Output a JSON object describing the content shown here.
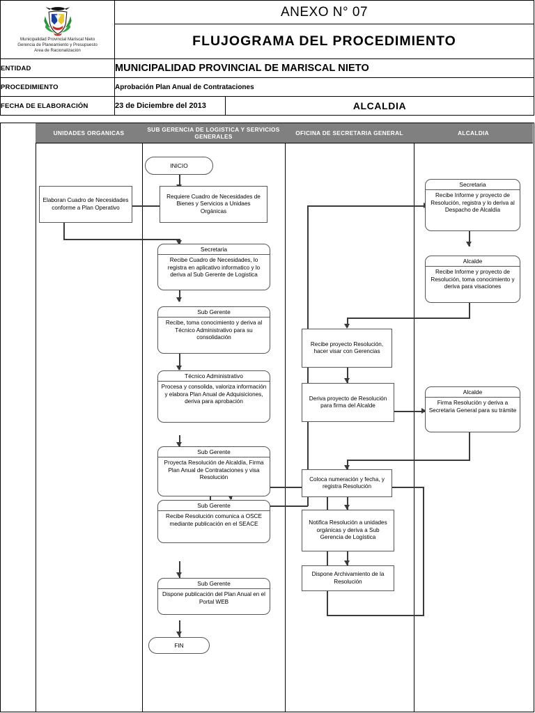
{
  "header": {
    "org_lines": [
      "Municipalidad Provincial Mariscal Nieto",
      "Gerencia de Planeamiento y Presupuesto",
      "Area de Racionalización"
    ],
    "anexo": "ANEXO N° 07",
    "title": "FLUJOGRAMA  DEL  PROCEDIMIENTO",
    "entidad_label": "ENTIDAD",
    "entidad_value": "MUNICIPALIDAD PROVINCIAL DE MARISCAL NIETO",
    "procedimiento_label": "PROCEDIMIENTO",
    "procedimiento_value": "Aprobación Plan Anual de Contrataciones",
    "fecha_label": "FECHA DE ELABORACIÓN",
    "fecha_value": "23 de Diciembre del 2013",
    "area_value": "ALCALDIA"
  },
  "lanes": [
    {
      "label": "UNIDADES ORGANICAS"
    },
    {
      "label": "SUB GERENCIA DE LOGISTICA Y SERVICIOS GENERALES"
    },
    {
      "label": "OFICINA DE SECRETARIA GENERAL"
    },
    {
      "label": "ALCALDIA"
    }
  ],
  "nodes": {
    "inicio": "INICIO",
    "fin": "FIN",
    "n_elaboran": "Elaboran Cuadro de Necesidades conforme a Plan Operativo",
    "n_requiere": "Requiere Cuadro de Necesidades de Bienes y Servicios a Unidaes Orgánicas",
    "n_sec_log_t": "Secretaria",
    "n_sec_log_b": "Recibe Cuadro de Necesidades, lo registra en aplicativo informatico y lo deriva al Sub Gerente de Logistica",
    "n_sg1_t": "Sub Gerente",
    "n_sg1_b": "Recibe, toma conocimiento y deriva al Técnico Administrativo para su consolidación",
    "n_tec_t": "Técnico Administrativo",
    "n_tec_b": "Procesa y consolida, valoriza información y elabora Plan Anual de Adquisiciones, deriva para aprobación",
    "n_sg2_t": "Sub Gerente",
    "n_sg2_b": "Proyecta Resolución de Alcaldía, Firma Plan Anual de Contrataciones y visa Resolución",
    "n_sg3_t": "Sub Gerente",
    "n_sg3_b": "Recibe Resolución comunica a OSCE mediante publicación en el SEACE",
    "n_sg4_t": "Sub Gerente",
    "n_sg4_b": "Dispone publicación del Plan Anual en el Portal WEB",
    "n_recibe_proy": "Recibe proyecto Resolución, hacer visar con Gerencias",
    "n_deriva_proy": "Deriva proyecto de Resolución para firma del Alcalde",
    "n_coloca": "Coloca numeración y fecha, y registra Resolución",
    "n_notifica": "Notifica Resolución a unidades orgánicas y deriva a Sub Gerencia de Logística",
    "n_archiva": "Dispone Archivamiento de la Resolución",
    "n_sec_alc_t": "Secretaria",
    "n_sec_alc_b": "Recibe Informe y proyecto de Resolución, registra y lo deriva al Despacho de Alcaldía",
    "n_alc1_t": "Alcalde",
    "n_alc1_b": "Recibe Informe y proyecto de Resolución, toma conocimiento y deriva para visaciones",
    "n_alc2_t": "Alcalde",
    "n_alc2_b": "Firma Resolución y deriva a Secretaria General para su trámite"
  },
  "colors": {
    "lane_header_bg": "#808080",
    "lane_header_text": "#ffffff",
    "node_border": "#555555",
    "connector": "#3a3a3a"
  }
}
